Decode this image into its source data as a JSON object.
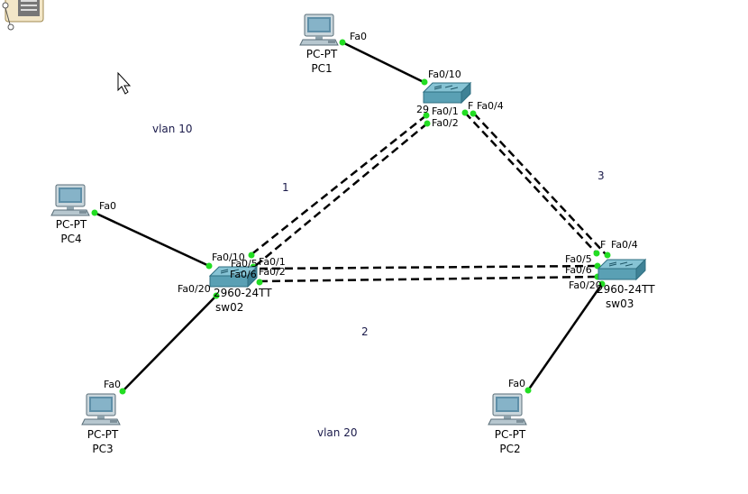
{
  "devices": {
    "pc1": {
      "type": "PC-PT",
      "name": "PC1"
    },
    "pc2": {
      "type": "PC-PT",
      "name": "PC2"
    },
    "pc3": {
      "type": "PC-PT",
      "name": "PC3"
    },
    "pc4": {
      "type": "PC-PT",
      "name": "PC4"
    },
    "sw01": {
      "model": "29",
      "name": ""
    },
    "sw02": {
      "model": "2960-24TT",
      "name": "sw02"
    },
    "sw03": {
      "model": "2960-24TT",
      "name": "sw03"
    }
  },
  "ports": {
    "pc1_fa0": "Fa0",
    "sw01_fa0_10": "Fa0/10",
    "sw01_fa0_1": "Fa0/1",
    "sw01_fa0_2": "Fa0/2",
    "sw01_fa0_4": "Fa0/4",
    "sw01_fa0_3_partial": "F",
    "pc4_fa0": "Fa0",
    "sw02_fa0_10": "Fa0/10",
    "sw02_fa0_5": "Fa0/5",
    "sw02_fa0_1": "Fa0/1",
    "sw02_fa0_6": "Fa0/6",
    "sw02_fa0_2": "Fa0/2",
    "sw02_fa0_20": "Fa0/20",
    "pc3_fa0": "Fa0",
    "sw03_fa0_4": "Fa0/4",
    "sw03_fa0_3_partial": "F",
    "sw03_fa0_5": "Fa0/5",
    "sw03_fa0_6": "Fa0/6",
    "sw03_fa0_20": "Fa0/20",
    "pc2_fa0": "Fa0"
  },
  "notes": {
    "vlan10": "vlan 10",
    "vlan20": "vlan 20",
    "link1": "1",
    "link2": "2",
    "link3": "3"
  },
  "colors": {
    "link": "#000000",
    "port_up": "#22dd22",
    "switch": "#5aa0b4",
    "switch_dark": "#2f6f82",
    "pc_screen": "#5e8fa8"
  }
}
